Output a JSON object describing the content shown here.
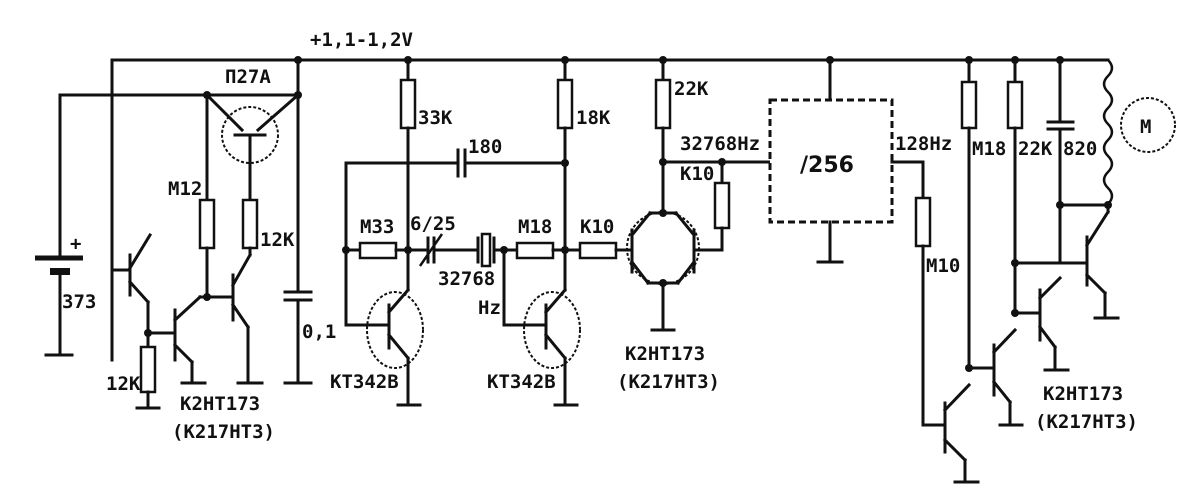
{
  "diagram": {
    "type": "electronic-schematic",
    "description": "Quartz clock motor driver: 32768 Hz crystal oscillator, /256 divider, 128 Hz motor driver",
    "supply": {
      "label": "+1,1-1,2V"
    },
    "battery": {
      "label": "373",
      "polarity": "+"
    },
    "power_section": {
      "transistor": "П27А",
      "resistors": [
        "M12",
        "12K",
        "12K"
      ],
      "capacitor": "0,1",
      "ic": {
        "label": "K2HT173",
        "alt": "(K217HT3)"
      }
    },
    "oscillator": {
      "resistors": [
        "33K",
        "18K",
        "M33",
        "M18",
        "K10"
      ],
      "capacitor": "180",
      "trimmer": "6/25",
      "crystal": {
        "line1": "32768",
        "line2": "Hz"
      },
      "transistors": [
        "KT342B",
        "KT342B"
      ]
    },
    "buffer": {
      "resistors": [
        "22K",
        "K10"
      ],
      "output_freq": "32768Hz",
      "ic": {
        "label": "K2HT173",
        "alt": "(K217HT3)"
      }
    },
    "divider": {
      "label": "/256",
      "output_freq": "128Hz"
    },
    "driver": {
      "resistors": [
        "M10",
        "M18",
        "22K"
      ],
      "capacitor": "820",
      "ic": {
        "label": "K2HT173",
        "alt": "(K217HT3)"
      },
      "motor": "M"
    }
  }
}
